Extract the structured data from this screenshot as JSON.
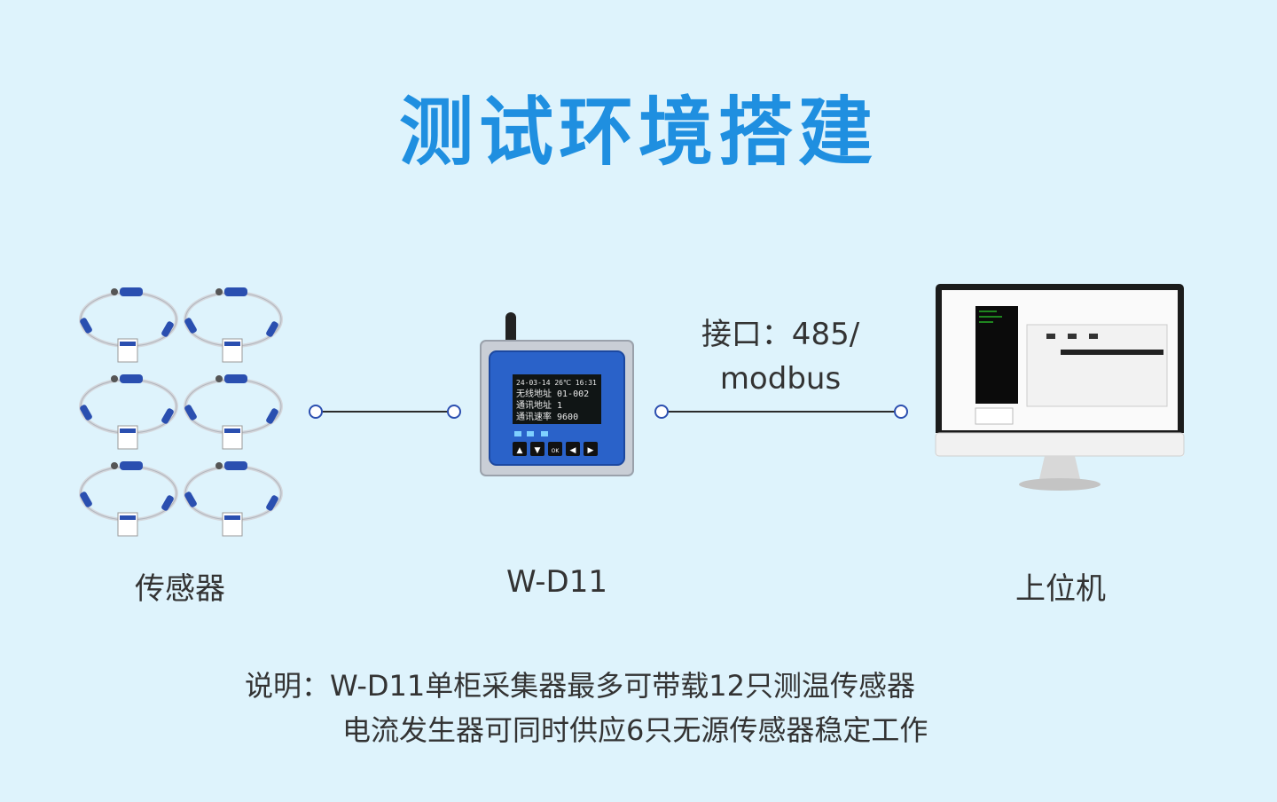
{
  "title": "测试环境搭建",
  "nodes": {
    "sensor": {
      "label": "传感器",
      "count": 6
    },
    "collector": {
      "label": "W-D11",
      "screen_lines": [
        "24-03-14  26℃  16:31",
        "无线地址  01-002",
        "通讯地址        1",
        "通讯速率     9600"
      ],
      "buttons": [
        "▲",
        "▼",
        "OK",
        "◀",
        "▶"
      ]
    },
    "pc": {
      "label": "上位机"
    }
  },
  "interface": {
    "line1": "接口：485/",
    "line2": "modbus"
  },
  "note": {
    "line1": "说明：W-D11单柜采集器最多可带载12只测温传感器",
    "line2": "电流发生器可同时供应6只无源传感器稳定工作"
  },
  "colors": {
    "title": "#1f8fe0",
    "background": "#def3fc",
    "device_blue": "#2a62c9",
    "sensor_blue": "#2a4fb0"
  }
}
